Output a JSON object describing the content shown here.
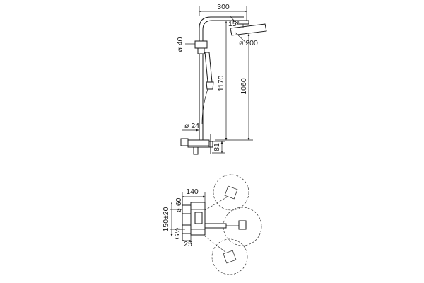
{
  "drawing": {
    "elevation_view": {
      "dimensions": {
        "arm_length": "300",
        "head_tilt": "15°",
        "head_diameter": "ø 200",
        "slider_diameter": "ø 40",
        "column_height": "1170",
        "head_height": "1060",
        "pipe_diameter": "ø 24",
        "mixer_height": "81"
      }
    },
    "plan_view": {
      "dimensions": {
        "mixer_depth": "140",
        "fitting_diameter": "ø 60",
        "centres": "150±20",
        "thread": "G½",
        "offset": "25"
      }
    }
  }
}
